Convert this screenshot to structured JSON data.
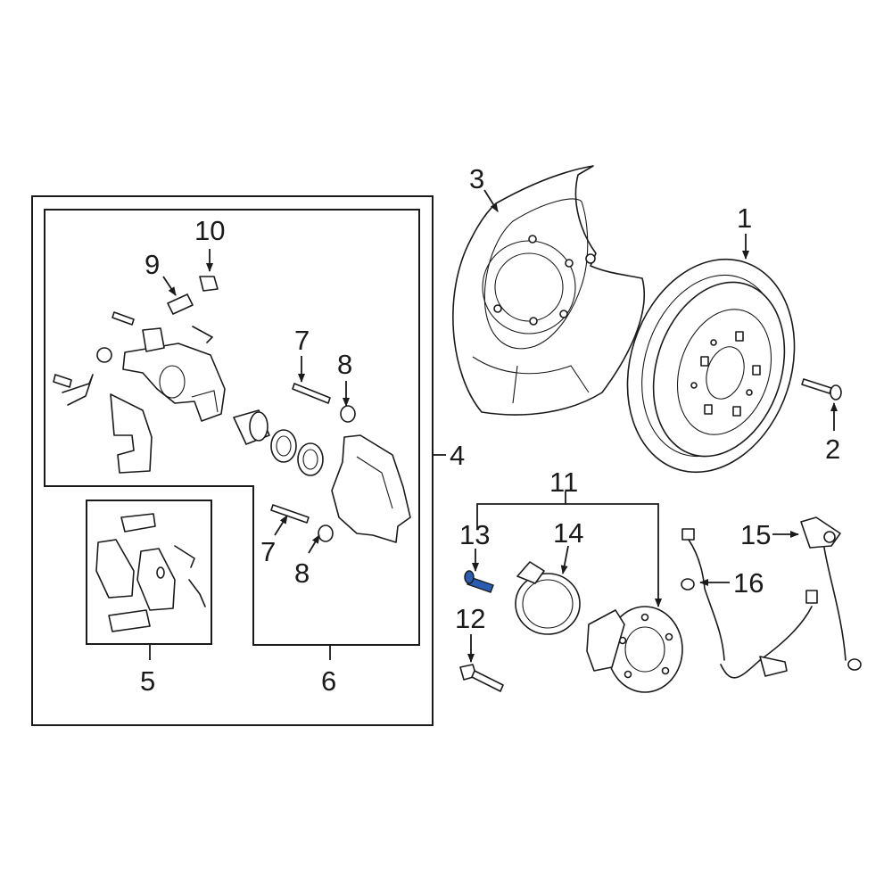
{
  "callouts": {
    "c1": "1",
    "c2": "2",
    "c3": "3",
    "c4": "4",
    "c5": "5",
    "c6": "6",
    "c7a": "7",
    "c7b": "7",
    "c8a": "8",
    "c8b": "8",
    "c9": "9",
    "c10": "10",
    "c11": "11",
    "c12": "12",
    "c13": "13",
    "c14": "14",
    "c15": "15",
    "c16": "16"
  },
  "colors": {
    "line": "#1a1a1a",
    "highlight": "#2a5db0"
  }
}
